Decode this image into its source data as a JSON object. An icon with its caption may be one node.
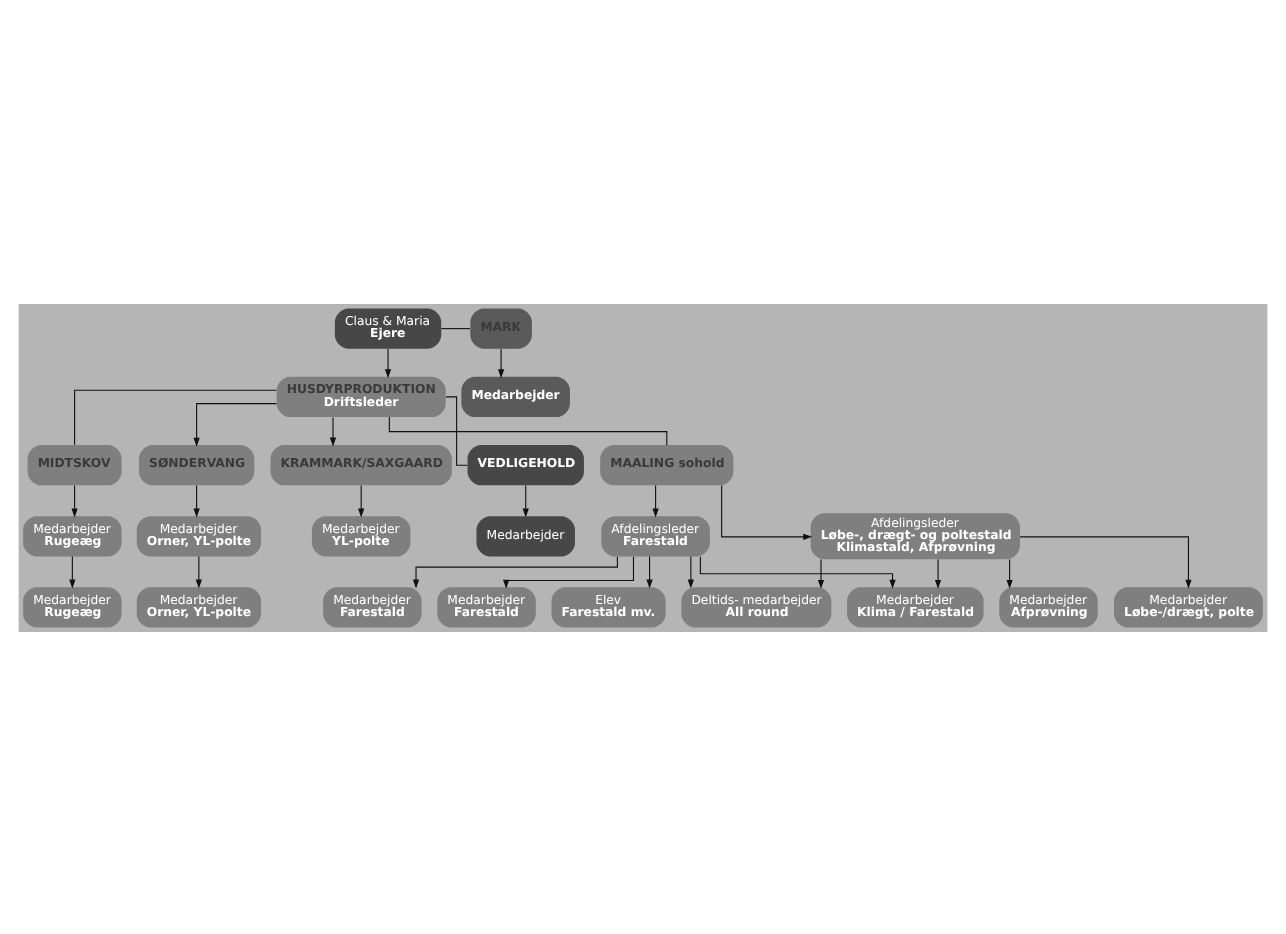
{
  "diagram": {
    "nodes": [
      {
        "text": [
          "Claus & Maria",
          "Ejere"
        ]
      },
      {
        "text": [
          "MARK"
        ]
      },
      {
        "text": [
          "Medarbejder"
        ]
      },
      {
        "text": [
          "HUSDYRPRODUKTION",
          "Driftsleder"
        ]
      },
      {
        "text": [
          "MIDTSKOV"
        ]
      },
      {
        "text": [
          "Medarbejder",
          "Rugeæg"
        ]
      },
      {
        "text": [
          "Medarbejder",
          "Rugeæg"
        ]
      },
      {
        "text": [
          "SØNDERVANG"
        ]
      },
      {
        "text": [
          "KRAMMARK/SAXGAARD"
        ]
      },
      {
        "text": [
          "Medarbejder",
          "Orner, YL-polte"
        ]
      },
      {
        "text": [
          "Medarbejder",
          "Orner, YL-polte"
        ]
      },
      {
        "text": [
          "Medarbejder",
          "YL-polte"
        ]
      },
      {
        "text": [
          "VEDLIGEHOLD"
        ]
      },
      {
        "text": [
          "Medarbejder"
        ]
      },
      {
        "text": [
          "MAALING sohold"
        ]
      },
      {
        "text": [
          "Afdelingsleder",
          "Farestald"
        ]
      },
      {
        "text": [
          "Afdelingsleder",
          "Løbe-, drægt- og poltestald",
          "Klimastald, Afprøvning"
        ]
      },
      {
        "text": [
          "Medarbejder",
          "Farestald"
        ]
      },
      {
        "text": [
          "Medarbejder",
          "Farestald"
        ]
      },
      {
        "text": [
          "Elev",
          "Farestald mv."
        ]
      },
      {
        "text": [
          "Medarbejder",
          "Klima / Farestald"
        ]
      },
      {
        "text": [
          "Deltids- medarbejder",
          "All round"
        ]
      },
      {
        "text": [
          "Medarbejder",
          "Løbe-/drægt, polte"
        ]
      },
      {
        "text": [
          "Medarbejder",
          "Afprøvning"
        ]
      }
    ],
    "edges": [
      {
        "from": 0,
        "to": 1,
        "arrow": "none"
      },
      {
        "from": 1,
        "to": 2,
        "arrow": "to"
      },
      {
        "from": 0,
        "to": 3,
        "arrow": "to"
      },
      {
        "from": 3,
        "to": 4,
        "arrow": "none"
      },
      {
        "from": 4,
        "to": 5,
        "arrow": "to"
      },
      {
        "from": 5,
        "to": 6,
        "arrow": "to"
      },
      {
        "from": 3,
        "to": 7,
        "arrow": "to"
      },
      {
        "from": 3,
        "to": 8,
        "arrow": "to"
      },
      {
        "from": 3,
        "to": 12,
        "arrow": "none"
      },
      {
        "from": 3,
        "to": 14,
        "arrow": "none"
      },
      {
        "from": 7,
        "to": 9,
        "arrow": "to"
      },
      {
        "from": 9,
        "to": 10,
        "arrow": "to"
      },
      {
        "from": 8,
        "to": 11,
        "arrow": "to"
      },
      {
        "from": 12,
        "to": 13,
        "arrow": "to"
      },
      {
        "from": 14,
        "to": 15,
        "arrow": "to"
      },
      {
        "from": 14,
        "to": 16,
        "arrow": "to"
      },
      {
        "from": 15,
        "to": 17,
        "arrow": "to"
      },
      {
        "from": 15,
        "to": 18,
        "arrow": "to"
      },
      {
        "from": 15,
        "to": 19,
        "arrow": "to"
      },
      {
        "from": 15,
        "to": 20,
        "arrow": "to"
      },
      {
        "from": 15,
        "to": 21,
        "arrow": "to"
      },
      {
        "from": 16,
        "to": 20,
        "arrow": "to"
      },
      {
        "from": 16,
        "to": 21,
        "arrow": "to"
      },
      {
        "from": 16,
        "to": 22,
        "arrow": "to"
      },
      {
        "from": 16,
        "to": 23,
        "arrow": "to"
      }
    ]
  }
}
